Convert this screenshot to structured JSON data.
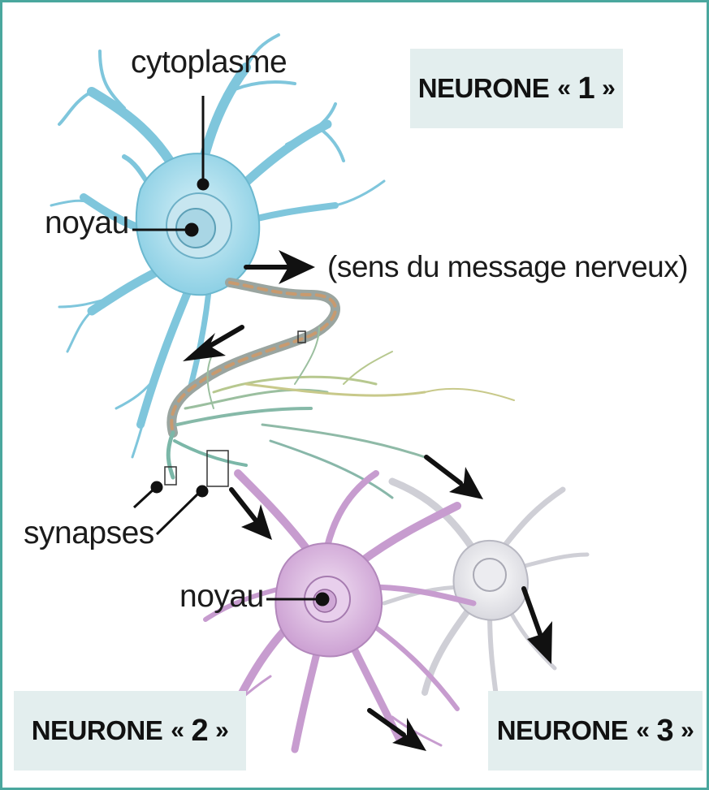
{
  "labels": {
    "cytoplasme": "cytoplasme",
    "noyau_1": "noyau",
    "sens": "(sens du message nerveux)",
    "synapses": "synapses",
    "noyau_2": "noyau"
  },
  "neurons": [
    {
      "word": "NEURONE",
      "open": "«",
      "number": "1",
      "close": "»",
      "color": "#8fd3e6"
    },
    {
      "word": "NEURONE",
      "open": "«",
      "number": "2",
      "close": "»",
      "color": "#d9b3dd"
    },
    {
      "word": "NEURONE",
      "open": "«",
      "number": "3",
      "close": "»",
      "color": "#e6e6ea"
    }
  ],
  "colors": {
    "frame": "#4aa79e",
    "label_box": "#e3eeee",
    "arrow": "#111111"
  }
}
